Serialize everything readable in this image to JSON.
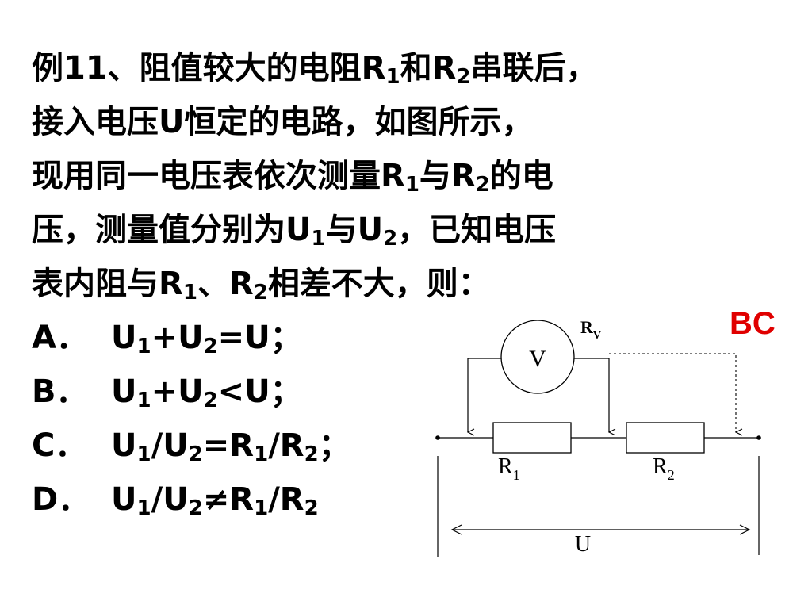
{
  "question": {
    "l1": {
      "a": "例11、阻值较大的电阻R",
      "s1": "1",
      "b": "和R",
      "s2": "2",
      "c": "串联后，"
    },
    "l2": {
      "a": "接入电压U恒定的电路，如图所示，"
    },
    "l3": {
      "a": "现用同一电压表依次测量R",
      "s1": "1",
      "b": "与R",
      "s2": "2",
      "c": "的电"
    },
    "l4": {
      "a": "压，测量值分别为U",
      "s1": "1",
      "b": "与U",
      "s2": "2",
      "c": "，已知电压"
    },
    "l5": {
      "a": "表内阻与R",
      "s1": "1",
      "b": "、R",
      "s2": "2",
      "c": "相差不大，则："
    }
  },
  "options": [
    {
      "letter": "A．",
      "p1": "U",
      "s1": "1",
      "p2": "+U",
      "s2": "2",
      "p3": "=U；"
    },
    {
      "letter": "B．",
      "p1": "U",
      "s1": "1",
      "p2": "+U",
      "s2": "2",
      "p3": "<U；"
    },
    {
      "letter": "C．",
      "p1": "U",
      "s1": "1",
      "p2": "/U",
      "s2": "2",
      "p3": "=R",
      "s3": "1",
      "p4": "/R",
      "s4": "2",
      "p5": "；"
    },
    {
      "letter": "D．",
      "p1": "U",
      "s1": "1",
      "p2": "/U",
      "s2": "2",
      "p3": "≠R",
      "s3": "1",
      "p4": "/R",
      "s4": "2",
      "p5": ""
    }
  ],
  "answer": "BC",
  "circuit": {
    "voltmeter_symbol": "V",
    "rv_main": "R",
    "rv_sub": "V",
    "r1_main": "R",
    "r1_sub": "1",
    "r2_main": "R",
    "r2_sub": "2",
    "u_label": "U"
  }
}
